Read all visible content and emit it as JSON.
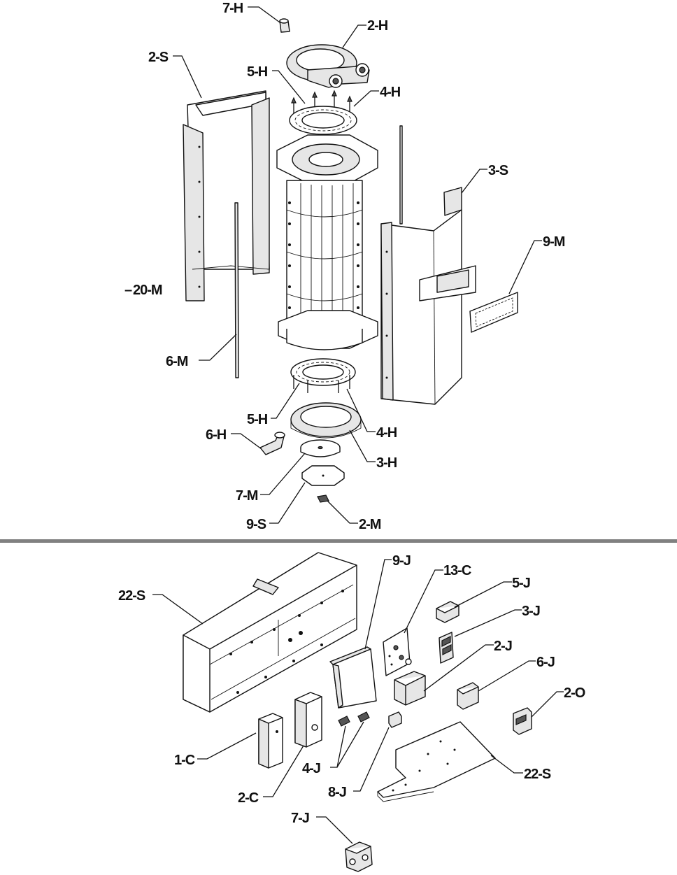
{
  "upper_assembly": {
    "labels": {
      "p7H": "7-H",
      "p2H": "2-H",
      "p2S": "2-S",
      "p5H_top": "5-H",
      "p4H_top": "4-H",
      "p3S": "3-S",
      "p9M": "9-M",
      "p20M": "20-M",
      "p6M": "6-M",
      "p5H_bot": "5-H",
      "p4H_bot": "4-H",
      "p6H": "6-H",
      "p3H": "3-H",
      "p7M": "7-M",
      "p9S": "9-S",
      "p2M": "2-M"
    }
  },
  "lower_assembly": {
    "labels": {
      "p22S_box": "22-S",
      "p9J": "9-J",
      "p13C": "13-C",
      "p5J": "5-J",
      "p3J": "3-J",
      "p2J": "2-J",
      "p6J": "6-J",
      "p2O": "2-O",
      "p1C": "1-C",
      "p2C": "2-C",
      "p4J": "4-J",
      "p8J": "8-J",
      "p22S_plate": "22-S",
      "p7J": "7-J"
    }
  },
  "colors": {
    "line": "#111111",
    "divider": "#808080",
    "background": "#ffffff"
  }
}
